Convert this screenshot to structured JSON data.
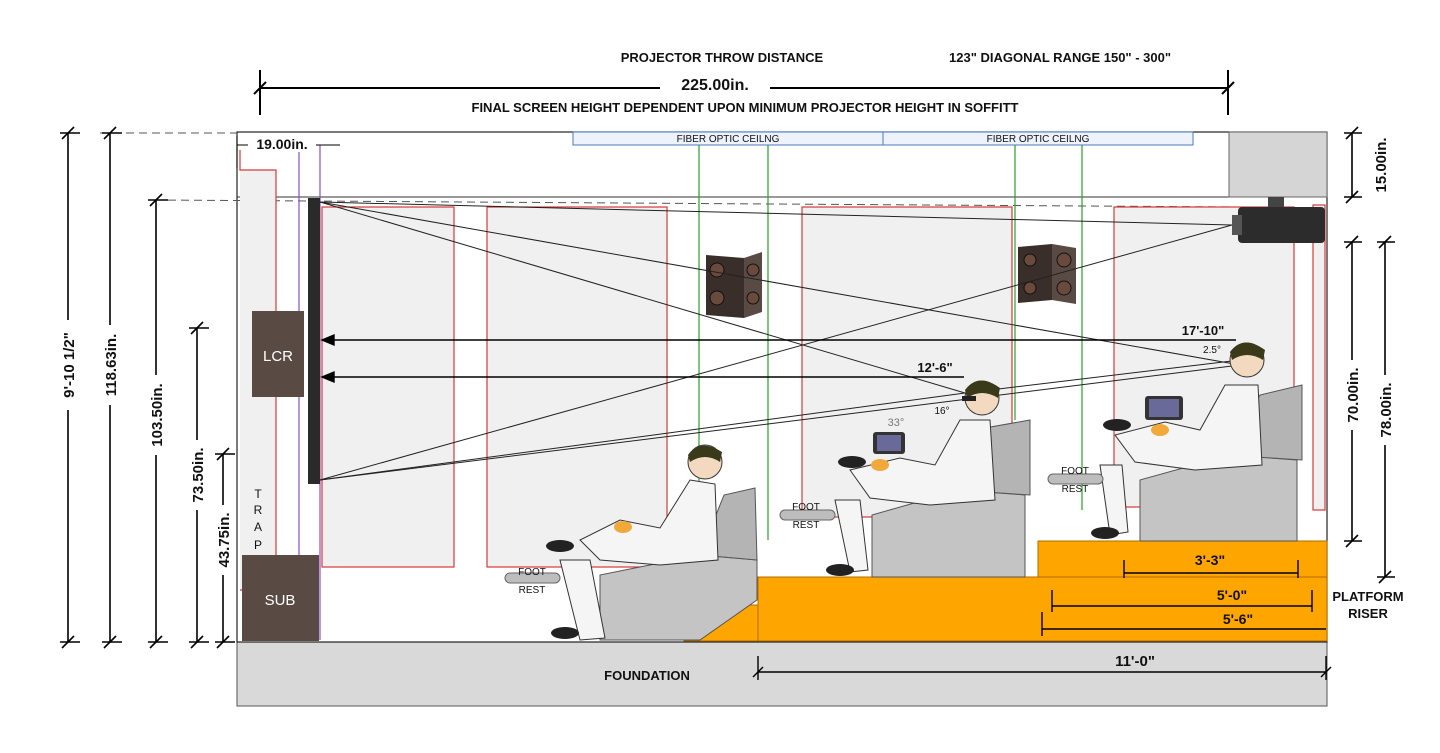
{
  "header": {
    "throw_title": "PROJECTOR THROW DISTANCE",
    "diagonal_range": "123\" DIAGONAL RANGE 150\" - 300\"",
    "throw_distance": "225.00in.",
    "screen_note": "FINAL SCREEN HEIGHT DEPENDENT UPON MINIMUM PROJECTOR HEIGHT IN SOFFITT"
  },
  "ceiling": {
    "panel_left": "FIBER OPTIC CEILNG",
    "panel_right": "FIBER OPTIC CEILNG",
    "soffit_offset": "19.00in."
  },
  "left_dimensions": {
    "total_height": "9'-10 1/2\"",
    "ceiling_height": "118.63in.",
    "screen_top": "103.50in.",
    "lcr_top": "73.50in.",
    "trap_top": "43.75in."
  },
  "right_dimensions": {
    "soffit_depth": "15.00in.",
    "eye_to_ceiling_1": "70.00in.",
    "eye_to_ceiling_2": "78.00in."
  },
  "equipment": {
    "lcr": "LCR",
    "sub": "SUB",
    "trap": [
      "T",
      "R",
      "A",
      "P"
    ]
  },
  "seating": {
    "footrest_label_1": "FOOT",
    "footrest_label_2": "REST",
    "row2_distance": "12'-6\"",
    "row2_angle": "16°",
    "row2_tablet_angle": "33°",
    "row3_distance": "17'-10\"",
    "row3_angle": "2.5°"
  },
  "platform": {
    "top_tier_depth": "3'-3\"",
    "tier_depth": "5'-0\"",
    "tier_depth_2": "5'-6\"",
    "label_line1": "PLATFORM",
    "label_line2": "RISER"
  },
  "foundation": {
    "label": "FOUNDATION",
    "platform_length": "11'-0\""
  },
  "colors": {
    "platform": "#ffa500",
    "platform_edge": "#b36b00",
    "equipment": "#5a4a44",
    "chair": "#c4c4c4",
    "ceiling_panel": "#4a78c2",
    "wall_outline": "#d43a3a",
    "speaker_line": "#2aa02a",
    "screen_line": "#8a4fc9",
    "foundation": "#d9d9d9"
  }
}
